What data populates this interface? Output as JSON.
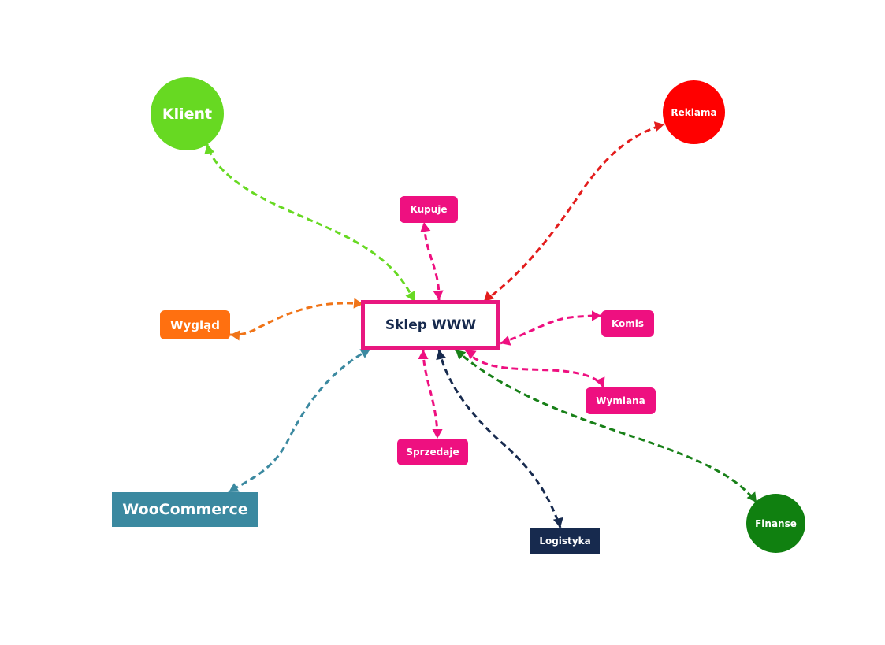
{
  "nodes": {
    "center": {
      "label": "Sklep WWW",
      "color": "#e8187f",
      "text_color": "#172a4e"
    },
    "klient": {
      "label": "Klient",
      "color": "#67d922"
    },
    "reklama": {
      "label": "Reklama",
      "color": "#ff0000"
    },
    "finanse": {
      "label": "Finanse",
      "color": "#108010"
    },
    "kupuje": {
      "label": "Kupuje",
      "color": "#ee1080"
    },
    "wyglad": {
      "label": "Wygląd",
      "color": "#ff7010"
    },
    "komis": {
      "label": "Komis",
      "color": "#ee1080"
    },
    "wymiana": {
      "label": "Wymiana",
      "color": "#ee1080"
    },
    "sprzedaje": {
      "label": "Sprzedaje",
      "color": "#ee1080"
    },
    "woocommerce": {
      "label": "WooCommerce",
      "color": "#3b89a0"
    },
    "logistyka": {
      "label": "Logistyka",
      "color": "#172a4e"
    }
  },
  "edges": [
    {
      "to": "klient",
      "color": "#67d922"
    },
    {
      "to": "reklama",
      "color": "#e31c1c"
    },
    {
      "to": "kupuje",
      "color": "#ee1080"
    },
    {
      "to": "wyglad",
      "color": "#f07418"
    },
    {
      "to": "komis",
      "color": "#ee1080"
    },
    {
      "to": "wymiana",
      "color": "#ee1080"
    },
    {
      "to": "sprzedaje",
      "color": "#ee1080"
    },
    {
      "to": "woocommerce",
      "color": "#3b89a0"
    },
    {
      "to": "logistyka",
      "color": "#172a4e"
    },
    {
      "to": "finanse",
      "color": "#188018"
    }
  ]
}
